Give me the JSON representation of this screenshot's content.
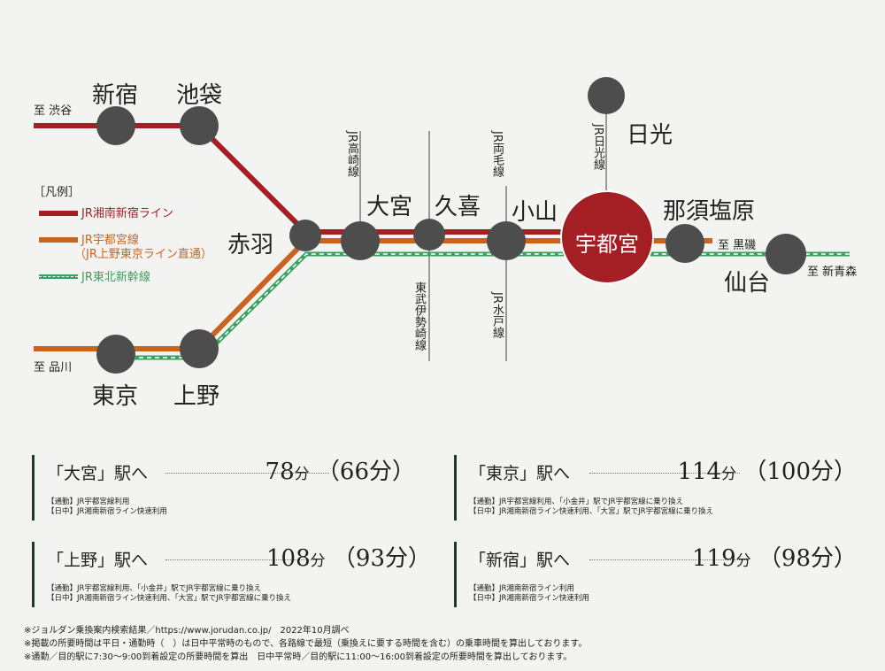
{
  "colors": {
    "shonan_shinjuku": "#a31f24",
    "utsunomiya_line": "#c8641f",
    "tohoku_shinkansen": "#3aa060",
    "station": "#4d4d4d",
    "hub": "#a31f24",
    "grey_line": "#999999"
  },
  "stations": {
    "shinjuku": "新宿",
    "ikebukuro": "池袋",
    "akabane": "赤羽",
    "omiya": "大宮",
    "kuki": "久喜",
    "oyama": "小山",
    "utsunomiya": "宇都宮",
    "nikko": "日光",
    "nasushiobara": "那須塩原",
    "sendai": "仙台",
    "tokyo": "東京",
    "ueno": "上野"
  },
  "directions": {
    "shibuya": "至 渋谷",
    "shinagawa": "至 品川",
    "kuroiso": "至 黒磯",
    "shinaomori": "至 新青森"
  },
  "branch_lines": {
    "takasaki": "JR高崎線",
    "ryomo": "JR両毛線",
    "nikko": "JR日光線",
    "tobu_isesaki": "東武伊勢崎線",
    "mito": "JR水戸線"
  },
  "legend": {
    "title": "［凡例］",
    "items": [
      {
        "label": "JR湘南新宿ライン",
        "line2": ""
      },
      {
        "label": "JR宇都宮線",
        "line2": "（JR上野東京ライン直通）"
      },
      {
        "label": "JR東北新幹線",
        "line2": ""
      }
    ]
  },
  "routes": [
    {
      "dest": "「大宮」駅へ",
      "time": "78",
      "time_unit": "分",
      "time_alt": "（66分）",
      "note1": "【通勤】JR宇都宮線利用",
      "note2": "【日中】JR湘南新宿ライン快速利用"
    },
    {
      "dest": "「東京」駅へ",
      "time": "114",
      "time_unit": "分",
      "time_alt": "（100分）",
      "note1": "【通勤】JR宇都宮線利用、「小金井」駅でJR宇都宮線に乗り換え",
      "note2": "【日中】JR湘南新宿ライン快速利用、「大宮」駅でJR宇都宮線に乗り換え"
    },
    {
      "dest": "「上野」駅へ",
      "time": "108",
      "time_unit": "分",
      "time_alt": "（93分）",
      "note1": "【通勤】JR宇都宮線利用、「小金井」駅でJR宇都宮線に乗り換え",
      "note2": "【日中】JR湘南新宿ライン快速利用、「大宮」駅でJR宇都宮線に乗り換え"
    },
    {
      "dest": "「新宿」駅へ",
      "time": "119",
      "time_unit": "分",
      "time_alt": "（98分）",
      "note1": "【通勤】JR湘南新宿ライン利用",
      "note2": "【日中】JR湘南新宿ライン快速利用"
    }
  ],
  "footnotes": [
    "※ジョルダン乗換案内検索結果／https://www.jorudan.co.jp/　2022年10月調べ",
    "※掲載の所要時間は平日・通勤時（　）は日中平常時のもので、各路線で最短（乗換えに要する時間を含む）の乗車時間を算出しております。",
    "※通勤／目的駅に7:30〜9:00到着設定の所要時間を算出　日中平常時／目的駅に11:00〜16:00到着設定の所要時間を算出しております。"
  ]
}
